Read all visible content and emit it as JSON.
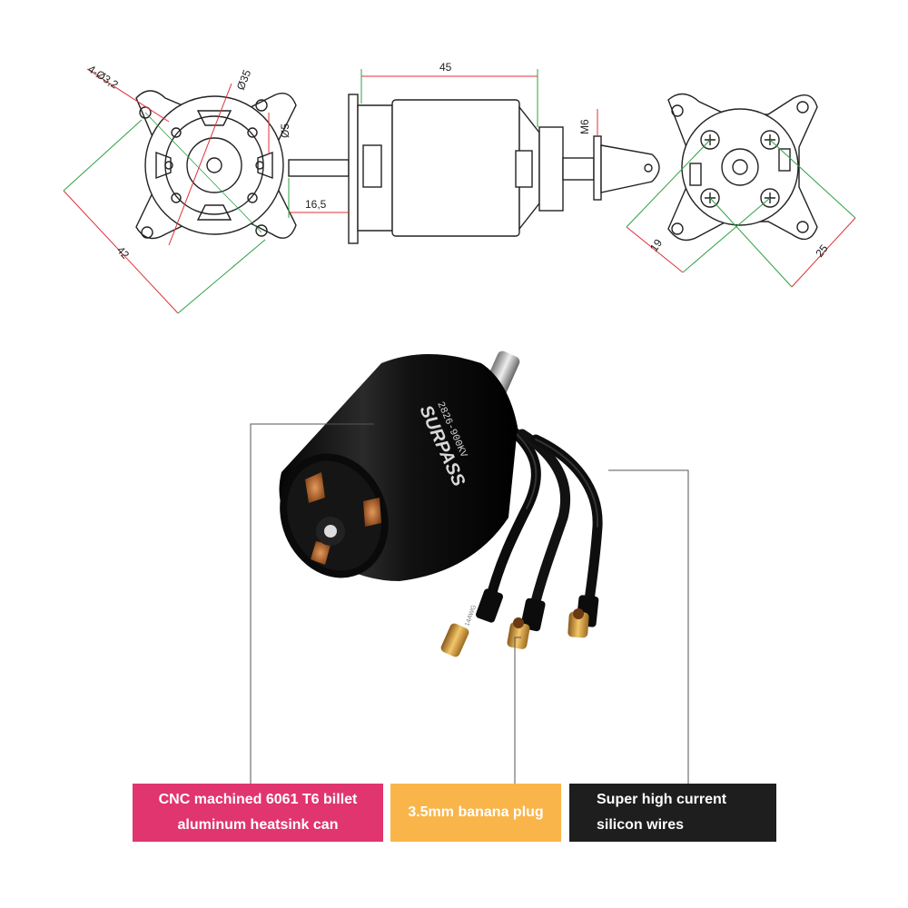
{
  "dimensions": {
    "mount_holes": "4-Ø3,2",
    "body_diameter": "Ø35",
    "shaft_diameter": "Ø5",
    "mount_span": "42",
    "body_length": "45",
    "shaft_length": "16,5",
    "prop_thread": "M6",
    "rear_hole_spacing_a": "19",
    "rear_hole_spacing_b": "25"
  },
  "motor_label": {
    "brand": "SURPASS",
    "model": "2826-900KV"
  },
  "wire_marking": "14AWG",
  "callouts": {
    "can": {
      "line1": "CNC machined 6061 T6 billet",
      "line2": "aluminum heatsink can",
      "color": "#e0356f"
    },
    "plug": {
      "text": "3.5mm banana plug",
      "color": "#f9b54a"
    },
    "wires": {
      "line1": "Super high current",
      "line2": "silicon wires",
      "color": "#1e1e1e"
    }
  },
  "colors": {
    "dimension_line": "#e0303a",
    "center_line": "#2ea043",
    "drawing_line": "#222222",
    "motor_body": "#121212",
    "connector_gold": "#d9a441"
  }
}
